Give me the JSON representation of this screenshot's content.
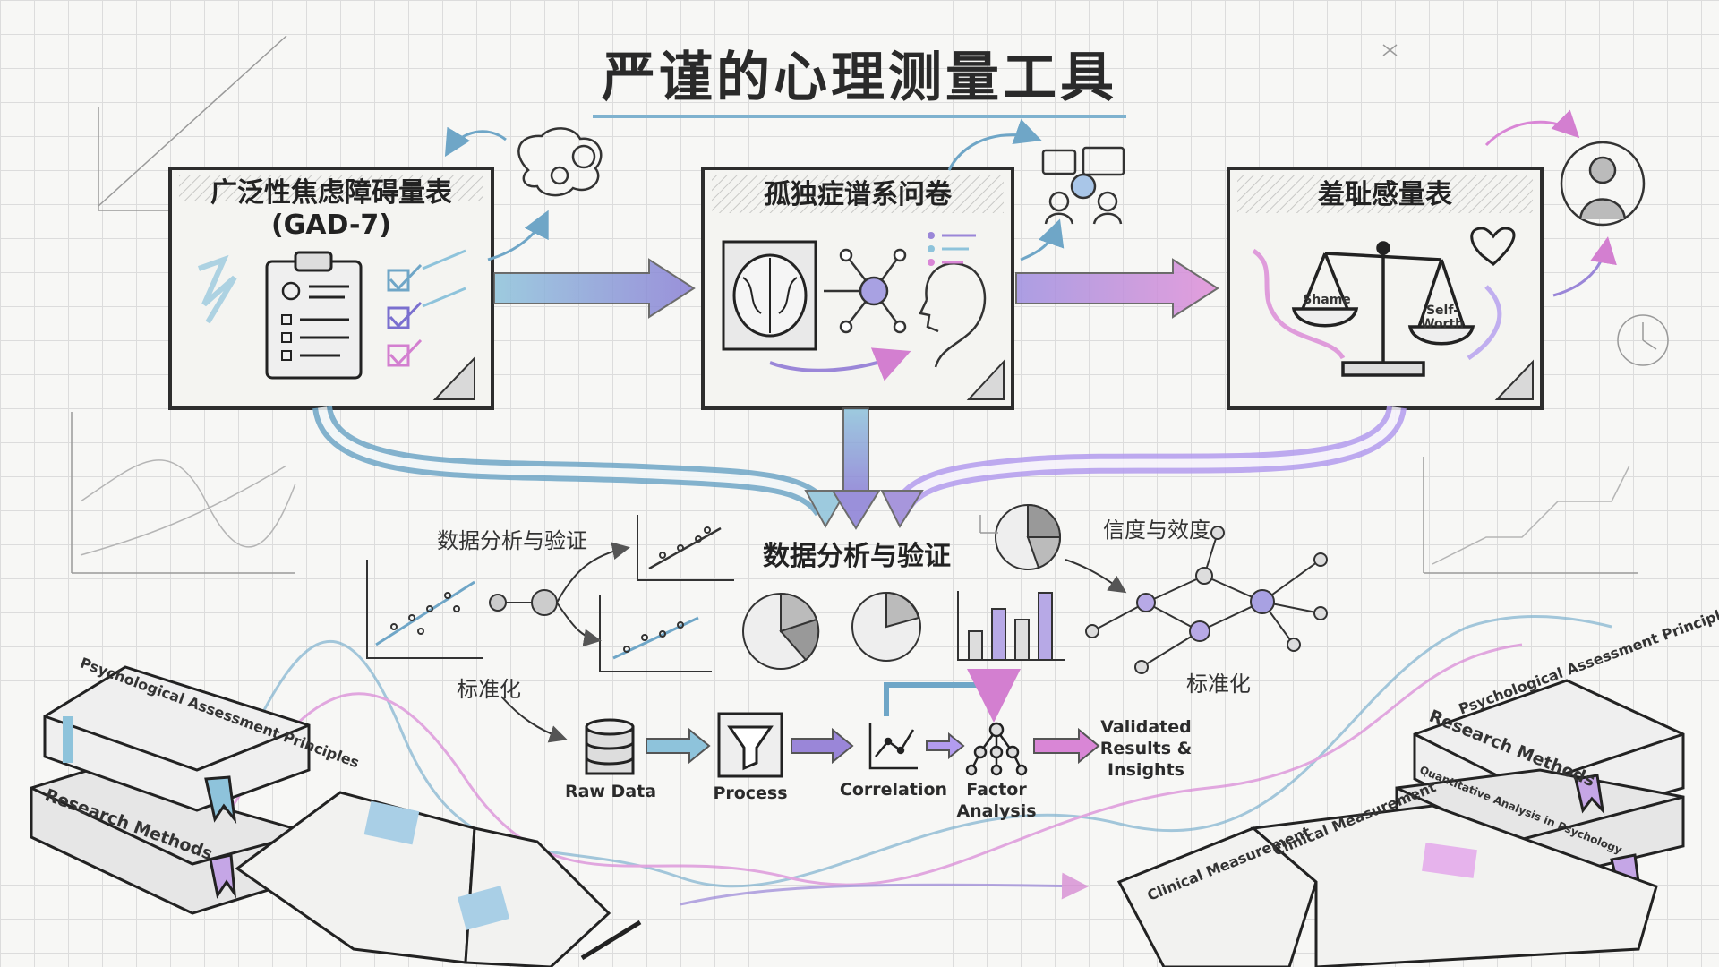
{
  "title": "严谨的心理测量工具",
  "cards": [
    {
      "title_line1": "广泛性焦虑障碍量表",
      "title_line2": "(GAD-7)"
    },
    {
      "title_line1": "孤独症谱系问卷"
    },
    {
      "title_line1": "羞耻感量表",
      "scale_left": "Shame",
      "scale_right": "Self-Worth"
    }
  ],
  "analysis": {
    "center_title": "数据分析与验证",
    "left_label": "数据分析与验证",
    "left_sub": "标准化",
    "right_label": "信度与效度",
    "right_sub": "标准化"
  },
  "pipeline": {
    "steps": [
      "Raw Data",
      "Process",
      "Correlation",
      "Factor Analysis"
    ],
    "output": "Validated Results & Insights"
  },
  "books": {
    "left_top": "Psychological Assessment Principles",
    "left_bottom": "Research Methods",
    "right_top": "Psychological Assessment Principles",
    "right_mid": "Research Methods",
    "right_bottom": "Quantitative Analysis in Psychology",
    "right_open": "Clinical Measurement",
    "right_open2": "Clinical Measurement"
  },
  "colors": {
    "blue": "#7fb2cf",
    "purple": "#9a86d8",
    "pink": "#d986d6",
    "ink": "#333333"
  }
}
